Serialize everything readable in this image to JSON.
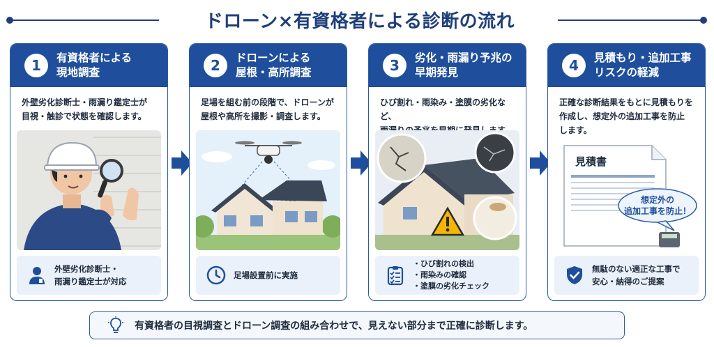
{
  "title": "ドローン×有資格者による診断の流れ",
  "steps": [
    {
      "num": "1",
      "heading": [
        "有資格者による",
        "現地調査"
      ],
      "desc": [
        "外壁劣化診断士・雨漏り鑑定士が",
        "目視・触診で状態を確認します。"
      ],
      "foot": [
        "外壁劣化診断士・",
        "雨漏り鑑定士が対応"
      ]
    },
    {
      "num": "2",
      "heading": [
        "ドローンによる",
        "屋根・高所調査"
      ],
      "desc": [
        "足場を組む前の段階で、ドローンが",
        "屋根や高所を撮影・調査します。"
      ],
      "foot": [
        "足場設置前に実施"
      ]
    },
    {
      "num": "3",
      "heading": [
        "劣化・雨漏り予兆の",
        "早期発見"
      ],
      "desc": [
        "ひび割れ・雨染み・塗膜の劣化など、",
        "雨漏りの予兆を早期に発見します。"
      ],
      "foot": [
        "ひび割れの検出",
        "雨染みの確認",
        "塗膜の劣化チェック"
      ]
    },
    {
      "num": "4",
      "heading": [
        "見積もり・追加工事",
        "リスクの軽減"
      ],
      "desc": [
        "正確な診断結果をもとに見積もりを",
        "作成し、想定外の追加工事を防止",
        "します。"
      ],
      "foot": [
        "無駄のない適正な工事で",
        "安心・納得のご提案"
      ],
      "doc_title": "見積書",
      "bubble": [
        "想定外の",
        "追加工事を防止！"
      ]
    }
  ],
  "bottom": "有資格者の目視調査とドローン調査の組み合わせで、見えない部分まで正確に診断します。",
  "colors": {
    "primary": "#1f4e9c",
    "title": "#1e3f7a",
    "light": "#eaf1fa",
    "warning": "#f2b705"
  }
}
